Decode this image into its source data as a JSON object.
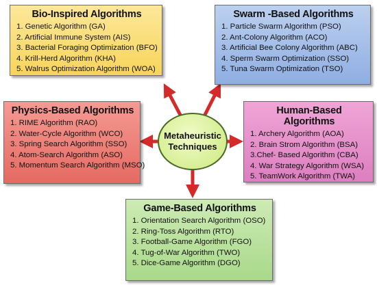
{
  "center": {
    "line1": "Metaheuristic",
    "line2": "Techniques"
  },
  "colors": {
    "arrow": "#d42a2a",
    "bio": "#f7d45a",
    "swarm": "#8faee2",
    "physics": "#e56a62",
    "human": "#dd7ec0",
    "game": "#a9d98a",
    "center": "#cbe97e"
  },
  "bio": {
    "title": "Bio-Inspired Algorithms",
    "items": [
      "1. Genetic Algorithm (GA)",
      "2. Artificial Immune System (AIS)",
      "3. Bacterial Foraging Optimization (BFO)",
      "4. Krill-Herd Algorithm (KHA)",
      "5. Walrus Optimization Algorithm (WOA)"
    ]
  },
  "swarm": {
    "title": "Swarm -Based Algorithms",
    "items": [
      "1. Particle Swarm Algorithm (PSO)",
      "2. Ant-Colony Algorithm (ACO)",
      "3. Artificial Bee Colony Algorithm (ABC)",
      "4. Sperm Swarm Optimization (SSO)",
      "5. Tuna Swarm Optimization  (TSO)"
    ]
  },
  "physics": {
    "title": "Physics-Based Algorithms",
    "items": [
      "1. RIME Algorithm (RAO)",
      "2. Water-Cycle Algorithm (WCO)",
      "3. Spring Search Algorithm (SSO)",
      "4. Atom-Search Algorithm (ASO)",
      "5. Momentum Search Algorithm (MSO)"
    ]
  },
  "human": {
    "title": "Human-Based Algorithms",
    "items": [
      "1. Archery Algorithm (AOA)",
      "2. Brain Strom Algorithm (BSA)",
      "3.Chef- Based Algorithm (CBA)",
      "4. War Strategy Algorithm (WSA)",
      "5. TeamWork Algorithm (TWA)"
    ]
  },
  "game": {
    "title": "Game-Based Algorithms",
    "items": [
      "1. Orientation Search Algorithm (OSO)",
      "2. Ring-Toss Algorithm (RTO)",
      "3. Football-Game Algorithm (FGO)",
      "4. Tug-of-War Algorithm (TWO)",
      "5. Dice-Game Algorithm (DGO)"
    ]
  }
}
